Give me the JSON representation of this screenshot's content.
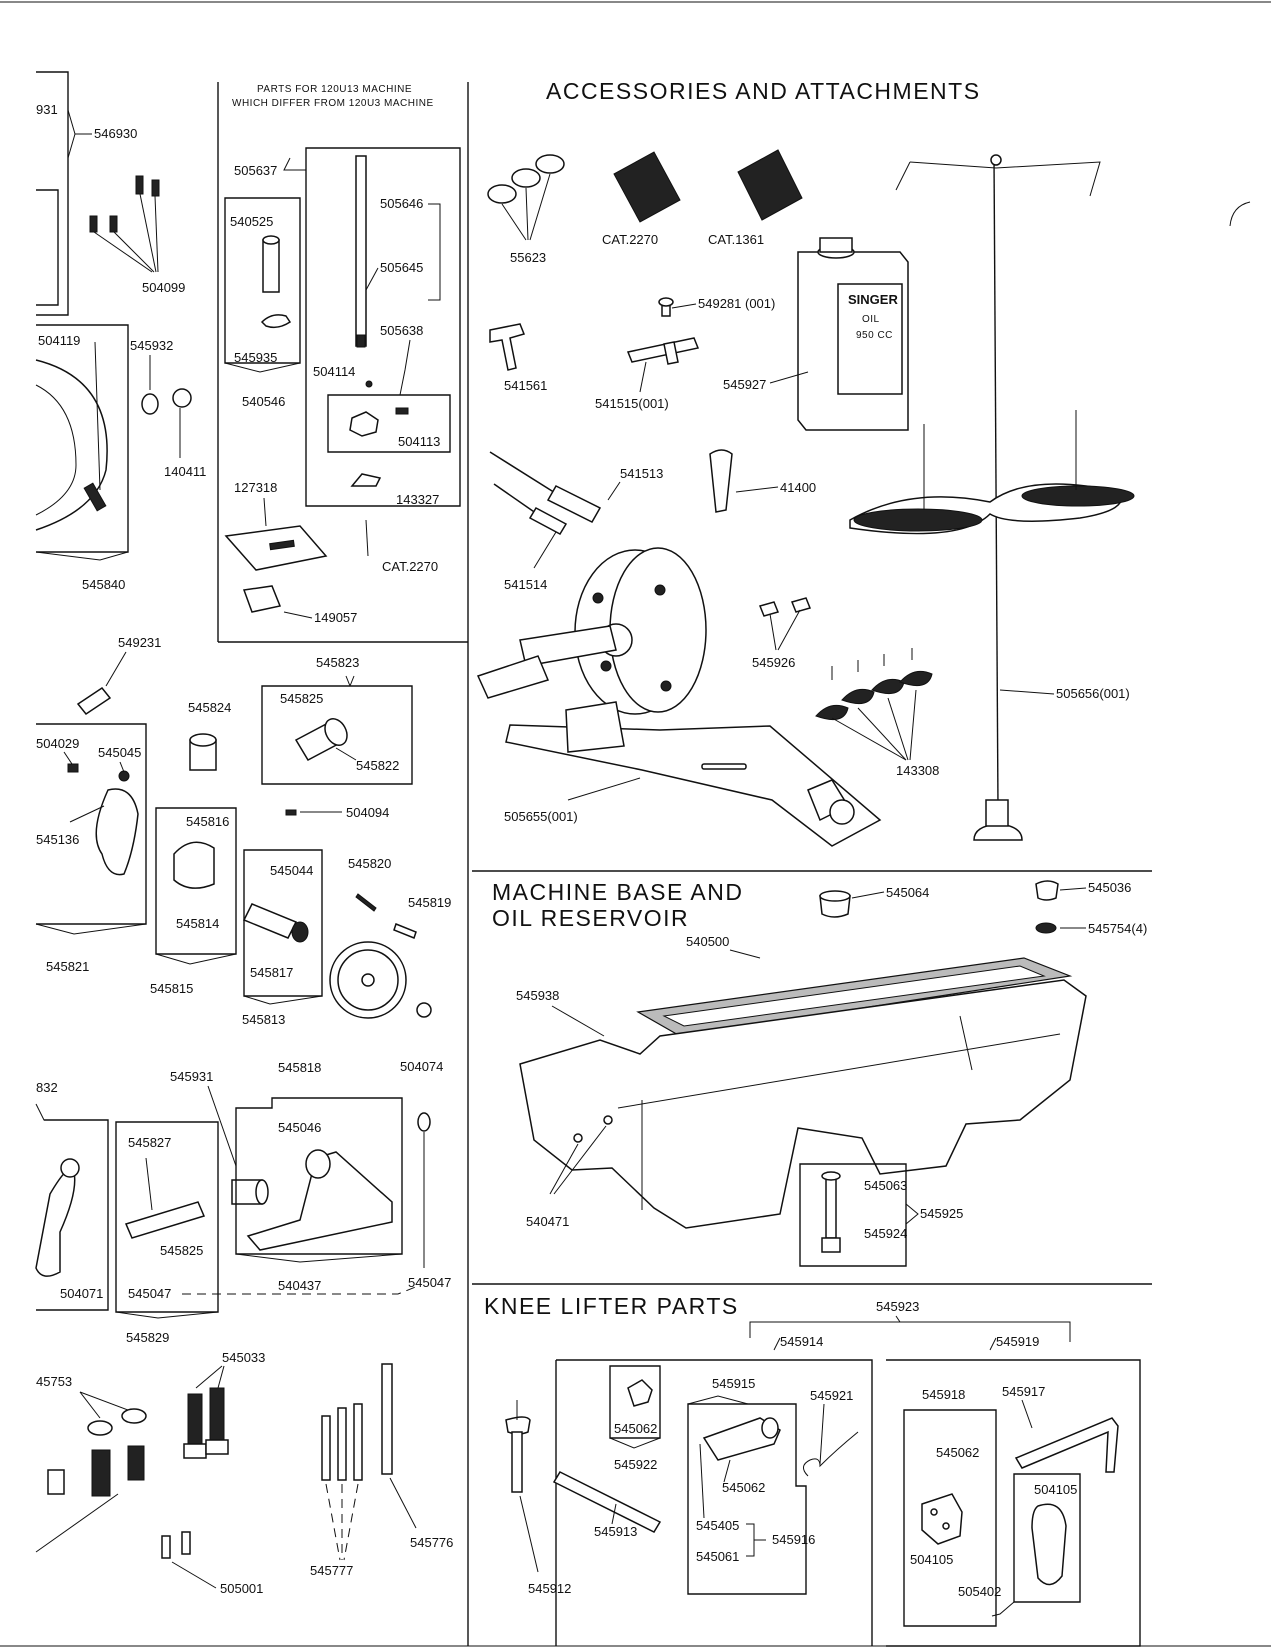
{
  "sections": {
    "accessories_title": "ACCESSORIES AND ATTACHMENTS",
    "base_title_line1": "MACHINE BASE AND",
    "base_title_line2": "OIL RESERVOIR",
    "knee_title": "KNEE LIFTER PARTS",
    "differ_title_line1": "PARTS FOR 120U13 MACHINE",
    "differ_title_line2": "WHICH DIFFER FROM 120U3 MACHINE"
  },
  "oil_can": {
    "brand": "SINGER",
    "line2": "OIL",
    "line3": "950 CC"
  },
  "labels": {
    "l_931": "931",
    "l_546930": "546930",
    "l_504099": "504099",
    "l_504119": "504119",
    "l_545932": "545932",
    "l_140411": "140411",
    "l_545840": "545840",
    "l_505637": "505637",
    "l_540525": "540525",
    "l_505646": "505646",
    "l_505645": "505645",
    "l_505638": "505638",
    "l_545935": "545935",
    "l_504114": "504114",
    "l_540546": "540546",
    "l_504113": "504113",
    "l_127318": "127318",
    "l_143327": "143327",
    "l_cat2270b": "CAT.2270",
    "l_149057": "149057",
    "l_55623": "55623",
    "l_cat2270": "CAT.2270",
    "l_cat1361": "CAT.1361",
    "l_549281": "549281 (001)",
    "l_541561": "541561",
    "l_541515": "541515(001)",
    "l_545927": "545927",
    "l_541513": "541513",
    "l_41400": "41400",
    "l_541514": "541514",
    "l_545926": "545926",
    "l_505656": "505656(001)",
    "l_143308": "143308",
    "l_505655": "505655(001)",
    "l_549231": "549231",
    "l_545823": "545823",
    "l_545825a": "545825",
    "l_545824": "545824",
    "l_545822": "545822",
    "l_504029": "504029",
    "l_545045": "545045",
    "l_545136": "545136",
    "l_504094": "504094",
    "l_545816": "545816",
    "l_545814": "545814",
    "l_545044": "545044",
    "l_545820": "545820",
    "l_545819": "545819",
    "l_545817": "545817",
    "l_545821": "545821",
    "l_545815": "545815",
    "l_545813": "545813",
    "l_545818": "545818",
    "l_504074": "504074",
    "l_832": "832",
    "l_545931": "545931",
    "l_545046": "545046",
    "l_545827": "545827",
    "l_545825b": "545825",
    "l_504071": "504071",
    "l_545047a": "545047",
    "l_540437": "540437",
    "l_545047b": "545047",
    "l_545829": "545829",
    "l_45753": "45753",
    "l_545033": "545033",
    "l_545776": "545776",
    "l_545777": "545777",
    "l_505001": "505001",
    "l_545064": "545064",
    "l_545036": "545036",
    "l_545754": "545754(4)",
    "l_540500": "540500",
    "l_545938": "545938",
    "l_540471": "540471",
    "l_545063": "545063",
    "l_545924": "545924",
    "l_545925": "545925",
    "l_545923": "545923",
    "l_545914": "545914",
    "l_545919": "545919",
    "l_545915": "545915",
    "l_545921": "545921",
    "l_545918": "545918",
    "l_545917": "545917",
    "l_545062a": "545062",
    "l_545922": "545922",
    "l_545062b": "545062",
    "l_545062c": "545062",
    "l_504105a": "504105",
    "l_545405": "545405",
    "l_545916": "545916",
    "l_545061": "545061",
    "l_545913": "545913",
    "l_504105b": "504105",
    "l_545912": "545912",
    "l_505402": "505402"
  }
}
